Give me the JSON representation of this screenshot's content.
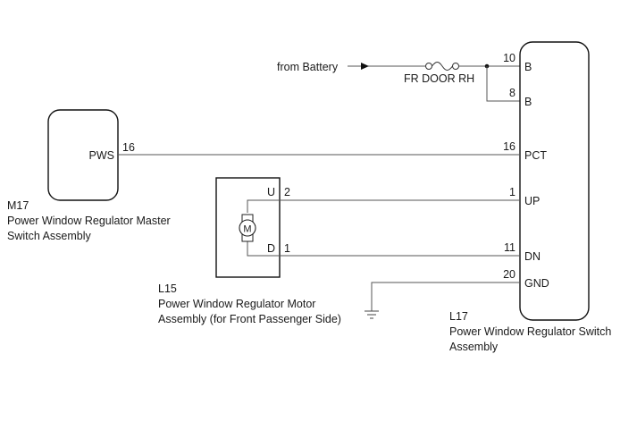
{
  "battery_source": {
    "label": "from Battery"
  },
  "fuse": {
    "label": "FR DOOR RH"
  },
  "components": {
    "m17": {
      "code": "M17",
      "name_line1": "Power Window Regulator Master",
      "name_line2": "Switch Assembly",
      "pins": [
        {
          "label": "PWS",
          "number": "16"
        }
      ]
    },
    "l15": {
      "code": "L15",
      "name_line1": "Power Window Regulator Motor",
      "name_line2": "Assembly (for Front Passenger Side)",
      "motor_symbol": "M",
      "pins": [
        {
          "label": "U",
          "number": "2"
        },
        {
          "label": "D",
          "number": "1"
        }
      ]
    },
    "l17": {
      "code": "L17",
      "name_line1": "Power Window Regulator Switch",
      "name_line2": "Assembly",
      "pins": [
        {
          "label": "B",
          "number": "10"
        },
        {
          "label": "B",
          "number": "8"
        },
        {
          "label": "PCT",
          "number": "16"
        },
        {
          "label": "UP",
          "number": "1"
        },
        {
          "label": "DN",
          "number": "11"
        },
        {
          "label": "GND",
          "number": "20"
        }
      ]
    }
  }
}
